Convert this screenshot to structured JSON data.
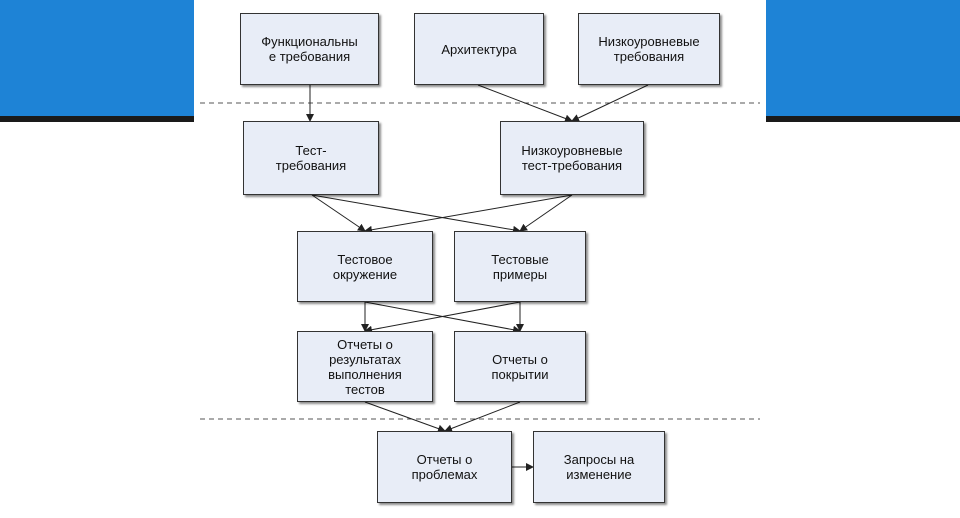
{
  "diagram": {
    "nodes": {
      "functional_requirements": "Функциональны\nе требования",
      "architecture": "Архитектура",
      "low_level_requirements": "Низкоуровневые\nтребования",
      "test_requirements": "Тест-\nтребования",
      "low_level_test_requirements": "Низкоуровневые\nтест-требования",
      "test_environment": "Тестовое\nокружение",
      "test_cases": "Тестовые\nпримеры",
      "test_execution_reports": "Отчеты о\nрезультатах\nвыполнения\nтестов",
      "coverage_reports": "Отчеты о\nпокрытии",
      "problem_reports": "Отчеты о\nпроблемах",
      "change_requests": "Запросы на\nизменение"
    },
    "colors": {
      "header_band": "#1e83d6",
      "node_fill": "#e8edf7",
      "node_border": "#333333",
      "connector": "#222222"
    }
  }
}
